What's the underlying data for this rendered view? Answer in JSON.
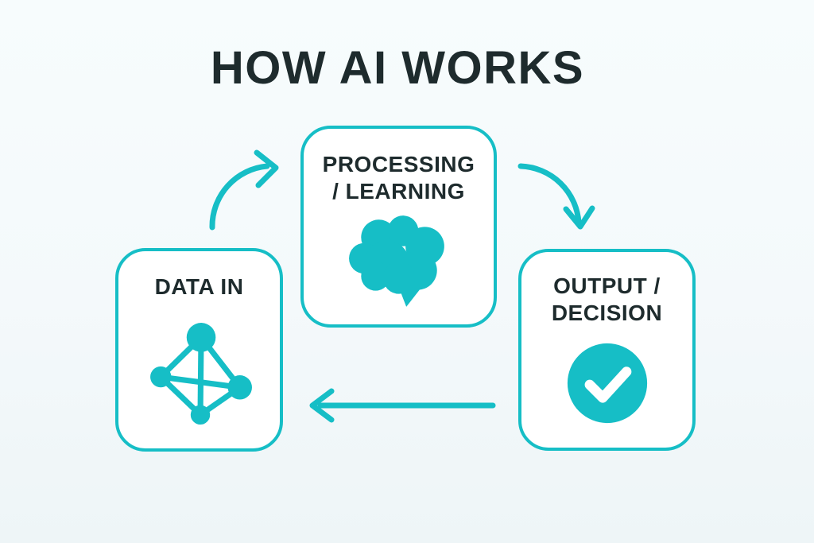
{
  "title": "HOW AI WORKS",
  "colors": {
    "teal_accent": "#16bec6",
    "dark_text": "#1e2b2d",
    "background": "#f4f9fb",
    "box_background": "#ffffff"
  },
  "nodes": [
    {
      "id": "data-in",
      "label_line1": "DATA IN",
      "label_line2": "",
      "icon": "network-graph-icon"
    },
    {
      "id": "processing",
      "label_line1": "PROCESSING",
      "label_line2": "/ LEARNING",
      "icon": "brain-icon"
    },
    {
      "id": "output",
      "label_line1": "OUTPUT /",
      "label_line2": "DECISION",
      "icon": "check-circle-icon"
    }
  ],
  "connections": [
    {
      "from": "data-in",
      "to": "processing",
      "style": "curved-arrow-up-right"
    },
    {
      "from": "processing",
      "to": "output",
      "style": "curved-arrow-down-right"
    },
    {
      "from": "output",
      "to": "data-in",
      "style": "straight-arrow-left"
    }
  ]
}
